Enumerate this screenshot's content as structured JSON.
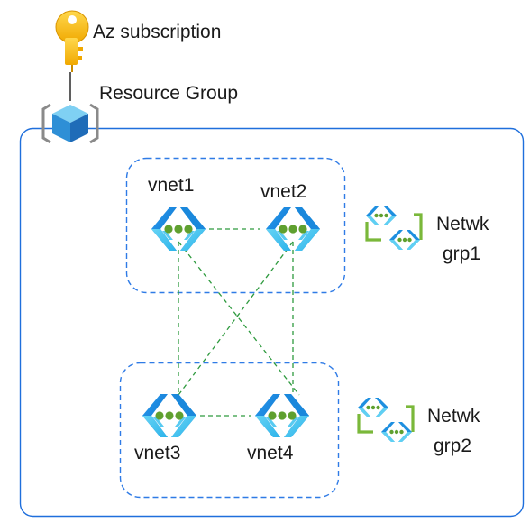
{
  "subscription": {
    "label": "Az subscription",
    "icon": "key-icon",
    "color": "#f5c400"
  },
  "resource_group": {
    "label": "Resource Group",
    "icon": "resource-group-cube-icon",
    "color": "#2e8fd6"
  },
  "network_groups": [
    {
      "line1": "Netwk",
      "line2": "grp1",
      "icon": "network-group-icon",
      "vnets": [
        "vnet1",
        "vnet2"
      ]
    },
    {
      "line1": "Netwk",
      "line2": "grp2",
      "icon": "network-group-icon",
      "vnets": [
        "vnet3",
        "vnet4"
      ]
    }
  ],
  "colors": {
    "container_border": "#1f6fdc",
    "group_border": "#2f7be6",
    "connection": "#2e9a3e",
    "vnet_bracket": "#1e8fe0",
    "vnet_dots": "#5fa02f"
  },
  "connections": [
    [
      "vnet1",
      "vnet2"
    ],
    [
      "vnet3",
      "vnet4"
    ],
    [
      "vnet1",
      "vnet3"
    ],
    [
      "vnet2",
      "vnet4"
    ],
    [
      "vnet1",
      "vnet4"
    ],
    [
      "vnet2",
      "vnet3"
    ]
  ]
}
